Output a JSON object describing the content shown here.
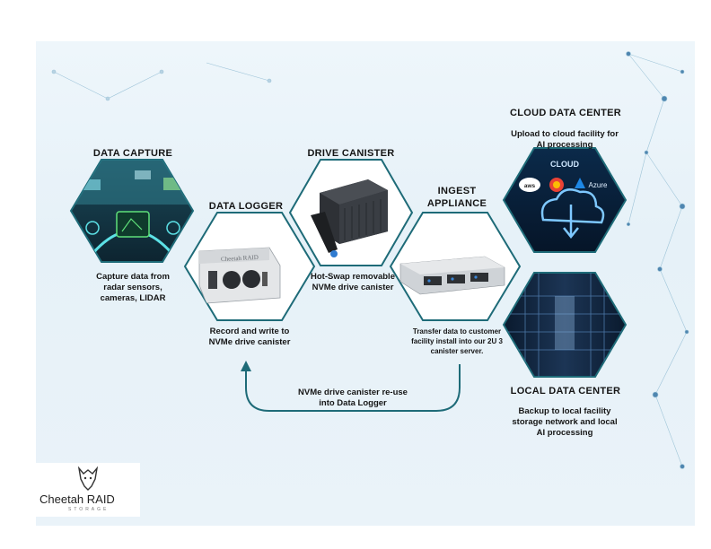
{
  "stages": {
    "capture": {
      "title": "DATA CAPTURE",
      "caption": "Capture data from\nradar sensors,\ncameras, LIDAR"
    },
    "logger": {
      "title": "DATA LOGGER",
      "caption": "Record and write to\nNVMe drive canister",
      "device_brand": "Cheetah RAID"
    },
    "canister": {
      "title": "DRIVE CANISTER",
      "caption": "Hot-Swap removable\nNVMe drive canister"
    },
    "ingest": {
      "title": "INGEST\nAPPLIANCE",
      "caption": "Transfer data to customer\nfacility install into our 2U 3\ncanister server."
    },
    "cloud": {
      "title": "CLOUD DATA CENTER",
      "caption": "Upload to cloud facility for\nAI processing",
      "panel_label": "CLOUD",
      "providers": [
        "aws",
        "Azure"
      ]
    },
    "local": {
      "title": "LOCAL DATA CENTER",
      "caption": "Backup to local facility\nstorage network and local\nAI processing"
    }
  },
  "loop": {
    "caption": "NVMe drive canister re-use\ninto Data Logger"
  },
  "logo": {
    "name": "Cheetah RAID",
    "tagline": "STORAGE"
  },
  "colors": {
    "accent": "#1e6b78",
    "title": "#151515",
    "background": "#e9f3f9"
  }
}
